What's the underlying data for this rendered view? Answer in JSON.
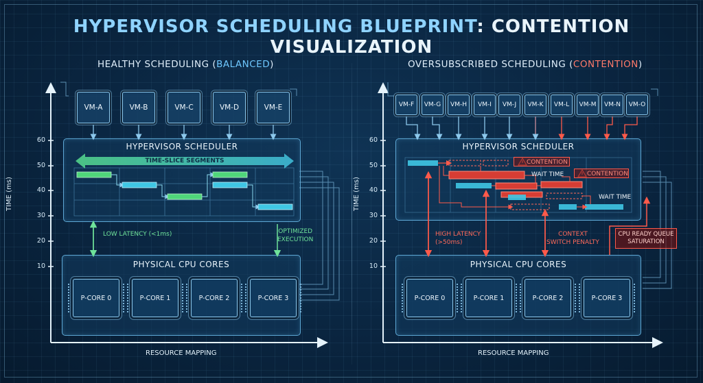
{
  "title_part1": "HYPERVISOR SCHEDULING BLUEPRINT",
  "title_part2": ": CONTENTION VISUALIZATION",
  "left": {
    "heading": "HEALTHY SCHEDULING (",
    "heading_hl": "BALANCED",
    "heading_end": ")",
    "vms": [
      "VM-A",
      "VM-B",
      "VM-C",
      "VM-D",
      "VM-E"
    ],
    "scheduler_title": "HYPERVISOR SCHEDULER",
    "time_slice_label": "TIME-SLICE SEGMENTS",
    "latency_label": "LOW LATENCY (<1ms)",
    "optimized_label_1": "OPTIMIZED",
    "optimized_label_2": "EXECUTION",
    "cpu_title": "PHYSICAL CPU CORES",
    "cores": [
      "P-CORE 0",
      "P-CORE 1",
      "P-CORE 2",
      "P-CORE 3"
    ],
    "x_axis_label": "RESOURCE MAPPING",
    "y_axis_label": "TIME (ms)",
    "y_ticks": [
      "60",
      "50",
      "40",
      "30",
      "20",
      "10"
    ]
  },
  "right": {
    "heading": "OVERSUBSCRIBED SCHEDULING (",
    "heading_hl": "CONTENTION",
    "heading_end": ")",
    "vms": [
      "VM-F",
      "VM-G",
      "VM-H",
      "VM-I",
      "VM-J",
      "VM-K",
      "VM-L",
      "VM-M",
      "VM-N",
      "VM-O"
    ],
    "scheduler_title": "HYPERVISOR SCHEDULER",
    "contention_label": "CONTENTION",
    "wait_time_label": "WAIT TIME",
    "high_latency_1": "HIGH LATENCY",
    "high_latency_2": "(>50ms)",
    "context_switch_1": "CONTEXT",
    "context_switch_2": "SWITCH PENALTY",
    "queue_label_1": "CPU READY QUEUE",
    "queue_label_2": "SATURATION",
    "cpu_title": "PHYSICAL CPU CORES",
    "cores": [
      "P-CORE 0",
      "P-CORE 1",
      "P-CORE 2",
      "P-CORE 3"
    ],
    "x_axis_label": "RESOURCE MAPPING",
    "y_axis_label": "TIME (ms)",
    "y_ticks": [
      "60",
      "50",
      "40",
      "30",
      "20",
      "10"
    ]
  },
  "colors": {
    "accent_blue": "#8fd3ff",
    "healthy_green": "#5fe08a",
    "slice_cyan": "#4fd2ec",
    "contention_red": "#ff5a4a",
    "panel_border": "#5ea9d6"
  },
  "icons": [
    "warning-icon"
  ]
}
